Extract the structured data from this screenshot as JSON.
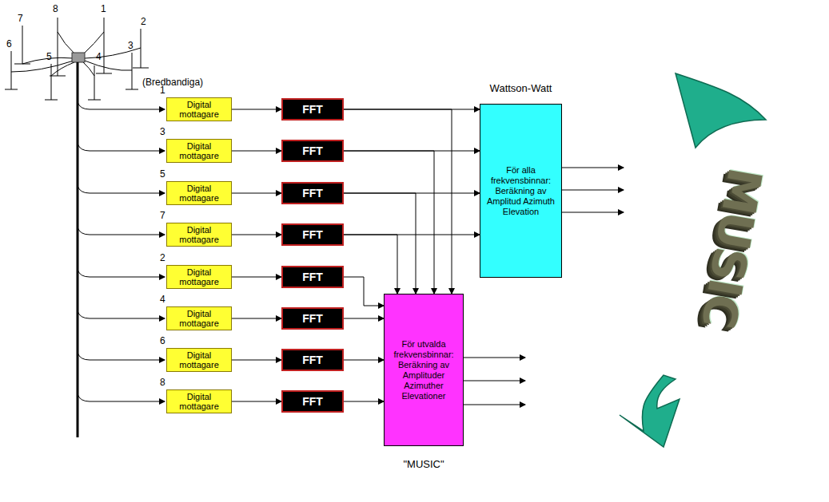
{
  "diagram": {
    "nodes": [
      {
        "text": [
          "Digital mottagare"
        ]
      },
      {
        "text": [
          "Digital mottagare"
        ]
      },
      {
        "text": [
          "Digital mottagare"
        ]
      },
      {
        "text": [
          "Digital mottagare"
        ]
      },
      {
        "text": [
          "Digital mottagare"
        ]
      },
      {
        "text": [
          "Digital mottagare"
        ]
      },
      {
        "text": [
          "Digital mottagare"
        ]
      },
      {
        "text": [
          "Digital mottagare"
        ]
      },
      {
        "text": [
          "FFT"
        ]
      },
      {
        "text": [
          "FFT"
        ]
      },
      {
        "text": [
          "FFT"
        ]
      },
      {
        "text": [
          "FFT"
        ]
      },
      {
        "text": [
          "FFT"
        ]
      },
      {
        "text": [
          "FFT"
        ]
      },
      {
        "text": [
          "FFT"
        ]
      },
      {
        "text": [
          "FFT"
        ]
      },
      {
        "text": [
          "Wattson-Watt",
          "För alla frekvensbinnar: Beräkning av Amplitud Azimuth Elevation"
        ]
      },
      {
        "text": [
          "För utvalda frekvensbinnar: Beräkning av Amplituder Azimuther Elevationer",
          "\"MUSIC\""
        ]
      }
    ],
    "edges": [
      {
        "from": 0,
        "to": 8,
        "arrow": "to"
      },
      {
        "from": 1,
        "to": 9,
        "arrow": "to"
      },
      {
        "from": 2,
        "to": 10,
        "arrow": "to"
      },
      {
        "from": 3,
        "to": 11,
        "arrow": "to"
      },
      {
        "from": 4,
        "to": 12,
        "arrow": "to"
      },
      {
        "from": 5,
        "to": 13,
        "arrow": "to"
      },
      {
        "from": 6,
        "to": 14,
        "arrow": "to"
      },
      {
        "from": 7,
        "to": 15,
        "arrow": "to"
      },
      {
        "from": 8,
        "to": 16,
        "arrow": "to"
      },
      {
        "from": 9,
        "to": 16,
        "arrow": "to"
      },
      {
        "from": 10,
        "to": 16,
        "arrow": "to"
      },
      {
        "from": 11,
        "to": 16,
        "arrow": "to"
      },
      {
        "from": 8,
        "to": 17,
        "arrow": "to"
      },
      {
        "from": 9,
        "to": 17,
        "arrow": "to"
      },
      {
        "from": 10,
        "to": 17,
        "arrow": "to"
      },
      {
        "from": 11,
        "to": 17,
        "arrow": "to"
      },
      {
        "from": 12,
        "to": 17,
        "arrow": "to"
      },
      {
        "from": 13,
        "to": 17,
        "arrow": "to"
      },
      {
        "from": 14,
        "to": 17,
        "arrow": "to"
      },
      {
        "from": 15,
        "to": 17,
        "arrow": "to"
      }
    ],
    "labels": [
      "7",
      "8",
      "1",
      "2",
      "6",
      "5",
      "4",
      "3",
      "(Bredbandiga)",
      "1",
      "3",
      "5",
      "7",
      "2",
      "4",
      "6",
      "8",
      "MUSIC"
    ]
  }
}
